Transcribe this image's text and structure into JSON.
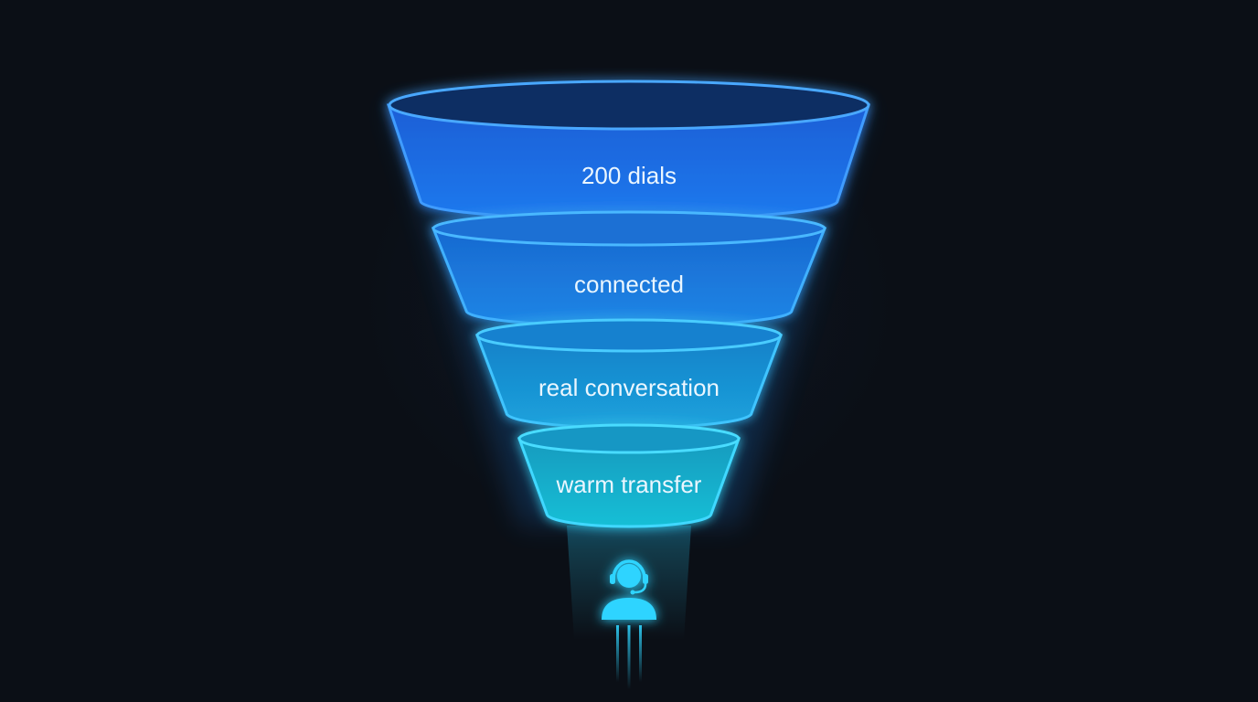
{
  "diagram": {
    "stages": [
      {
        "label": "200 dials"
      },
      {
        "label": "connected"
      },
      {
        "label": "real conversation"
      },
      {
        "label": "warm transfer"
      }
    ],
    "end_icon": "call-agent-headset-icon",
    "colors": {
      "background": "#0b0f16",
      "stage_1": "#1f6fe0",
      "stage_2": "#1c84e0",
      "stage_3": "#1a9bd8",
      "stage_4": "#19b4cf",
      "outline": "#3fb4ff",
      "glow": "#2fd4ff",
      "text": "#eaf6ff"
    }
  }
}
